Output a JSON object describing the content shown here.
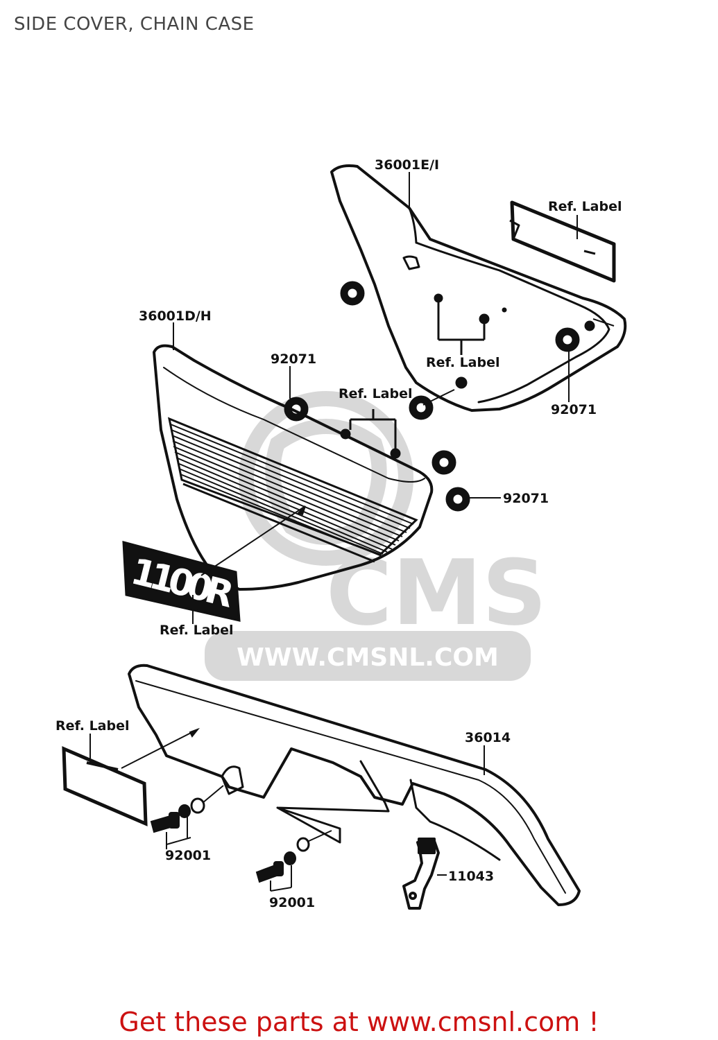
{
  "page": {
    "title": "SIDE COVER, CHAIN CASE"
  },
  "callouts": {
    "rh_side_cover": "36001E/I",
    "lh_side_cover": "36001D/H",
    "chain_case": "36014",
    "grommet_a": "92071",
    "grommet_b": "92071",
    "grommet_c": "92071",
    "bolt_a": "92001",
    "bolt_b": "92001",
    "bracket": "11043",
    "ref_label_a": "Ref. Label",
    "ref_label_b": "Ref. Label",
    "ref_label_c": "Ref. Label",
    "ref_label_d": "Ref. Label",
    "ref_label_e": "Ref. Label"
  },
  "emblem": {
    "text": "1100R"
  },
  "watermark": {
    "brand": "CMS",
    "url": "WWW.CMSNL.COM",
    "color": "#d8d8d8"
  },
  "footer": {
    "cta": "Get these parts at www.cmsnl.com !",
    "color": "#cc1111"
  }
}
